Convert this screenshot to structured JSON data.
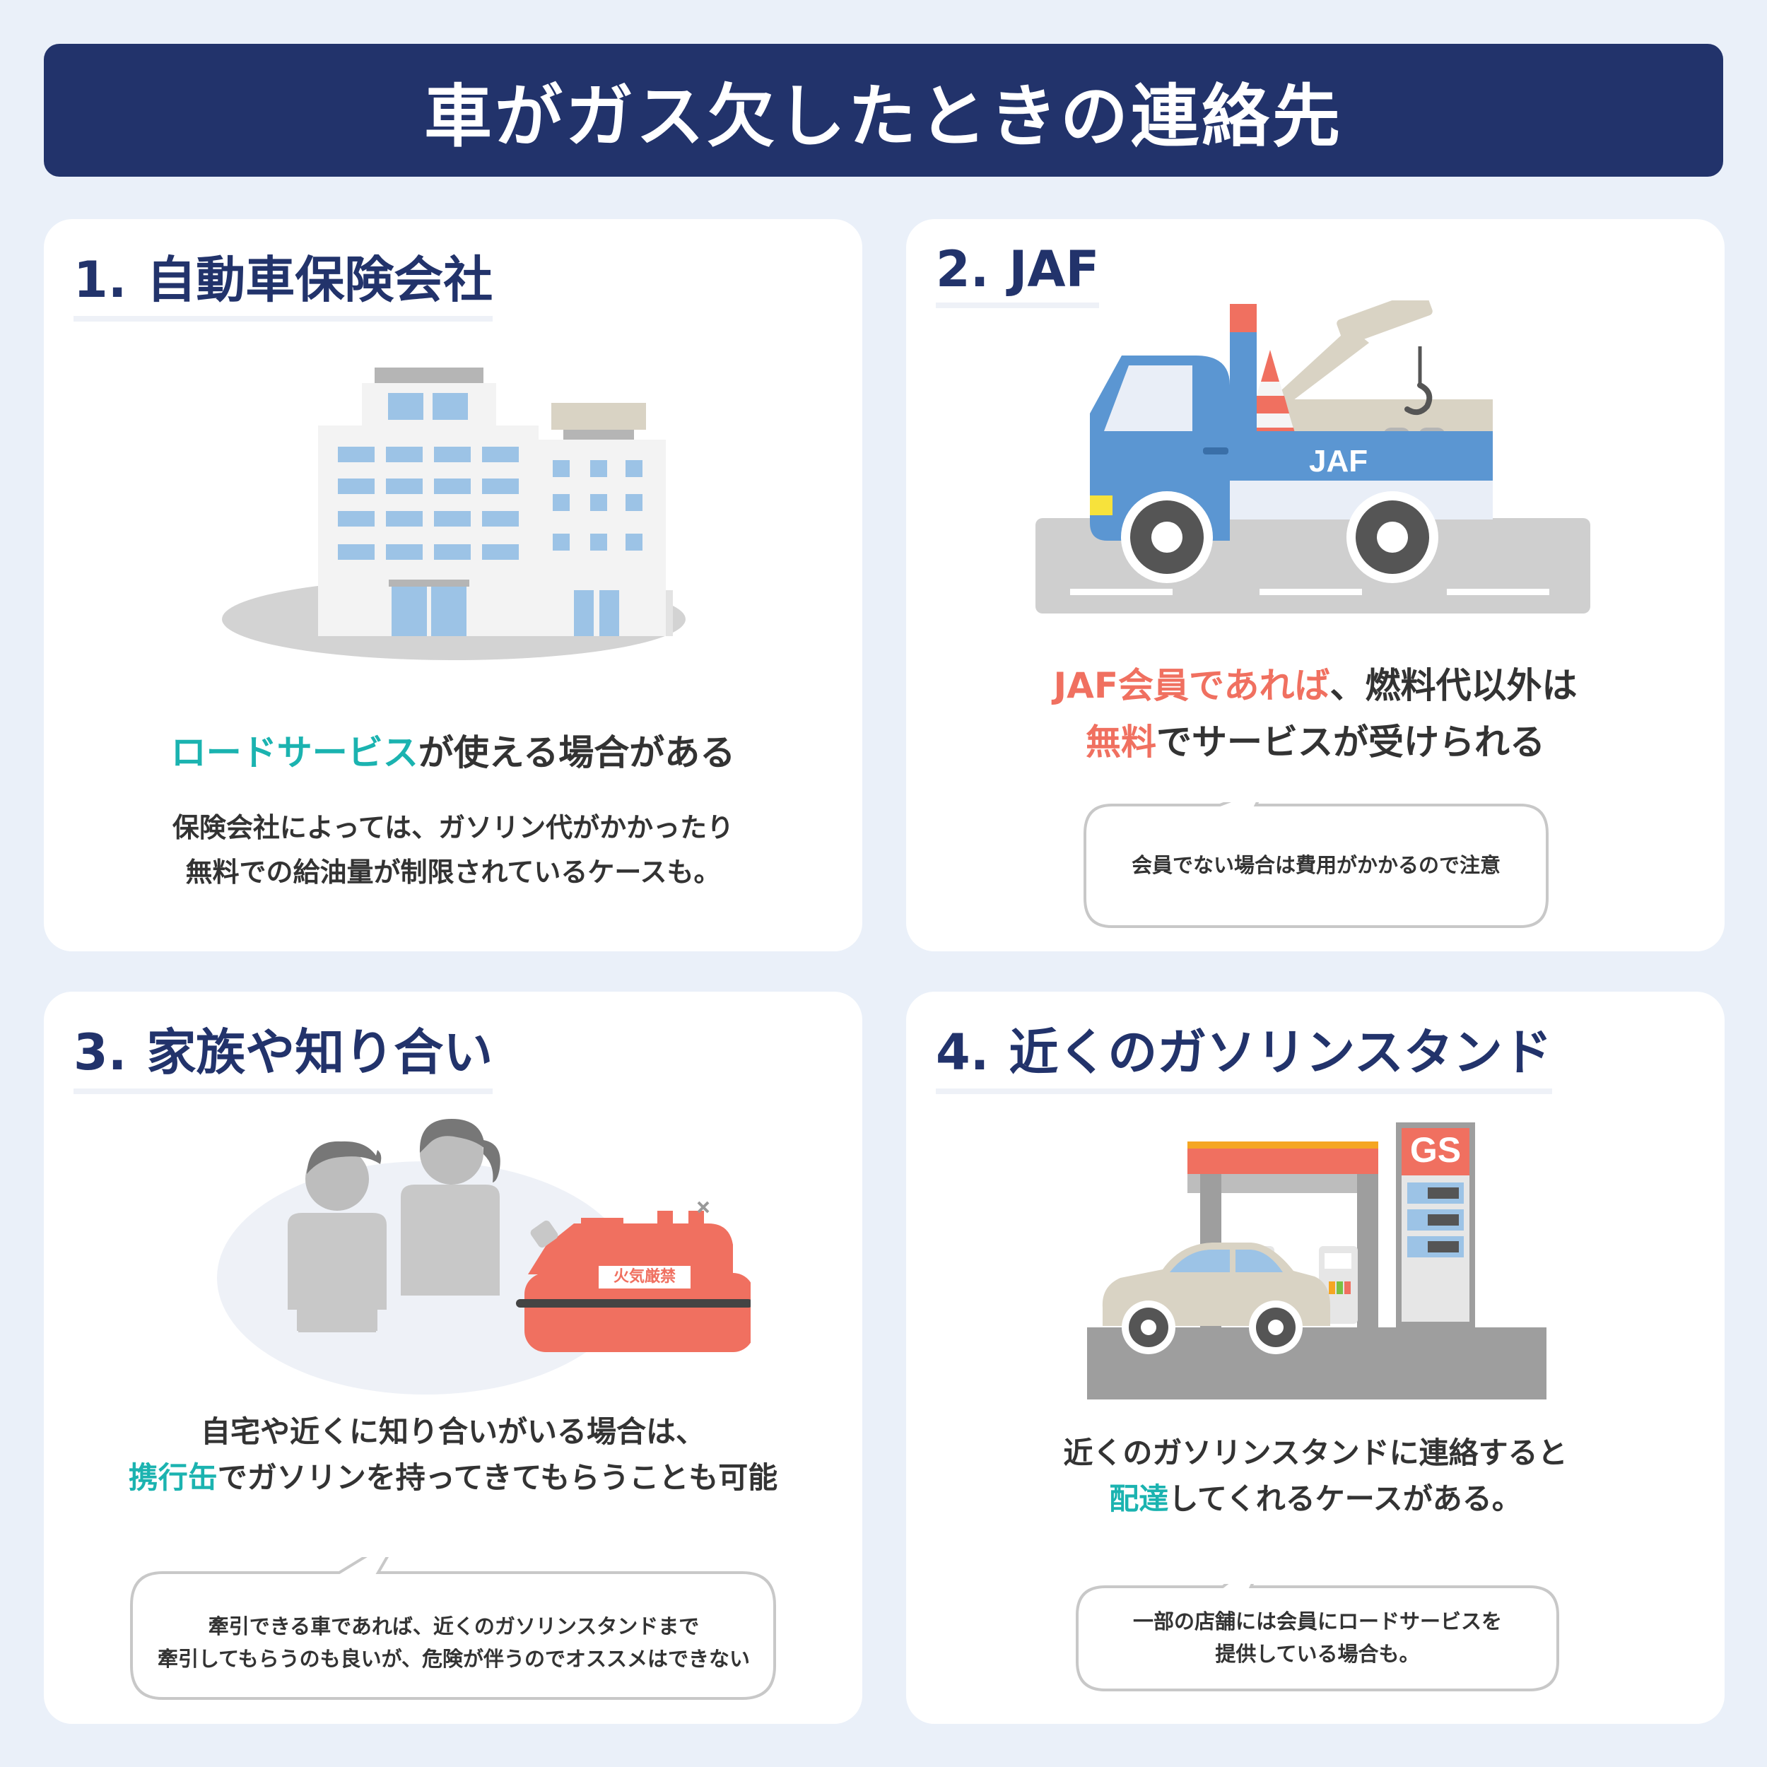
{
  "title": "車がガス欠したときの連絡先",
  "cards": [
    {
      "number": "1.",
      "heading": "自動車保険会社",
      "lead_highlight": "ロードサービス",
      "lead_rest": "が使える場合がある",
      "sub_line1": "保険会社によっては、ガソリン代がかかったり",
      "sub_line2": "無料での給油量が制限されているケースも。"
    },
    {
      "number": "2.",
      "heading": "JAF",
      "truck_label": "JAF",
      "lead_line1_highlight": "JAF会員であれば",
      "lead_line1_rest": "、燃料代以外は",
      "lead_line2_highlight": "無料",
      "lead_line2_rest": "でサービスが受けられる",
      "bubble": "会員でない場合は費用がかかるので注意"
    },
    {
      "number": "3.",
      "heading": "家族や知り合い",
      "can_label": "火気厳禁",
      "lead_line1": "自宅や近くに知り合いがいる場合は、",
      "lead_line2_highlight": "携行缶",
      "lead_line2_rest": "でガソリンを持ってきてもらうことも可能",
      "bubble_line1": "牽引できる車であれば、近くのガソリンスタンドまで",
      "bubble_line2": "牽引してもらうのも良いが、危険が伴うのでオススメはできない"
    },
    {
      "number": "4.",
      "heading": "近くのガソリンスタンド",
      "sign_label": "GS",
      "lead_line1": "近くのガソリンスタンドに連絡すると",
      "lead_line2_highlight": "配達",
      "lead_line2_rest": "してくれるケースがある。",
      "bubble_line1": "一部の店舗には会員にロードサービスを",
      "bubble_line2": "提供している場合も。"
    }
  ],
  "colors": {
    "navy": "#22336b",
    "teal": "#1bb3b0",
    "coral": "#f07060",
    "background": "#eaf0f9"
  },
  "icons": [
    "office-building-icon",
    "tow-truck-icon",
    "family-with-fuel-can-icon",
    "gas-station-icon"
  ]
}
